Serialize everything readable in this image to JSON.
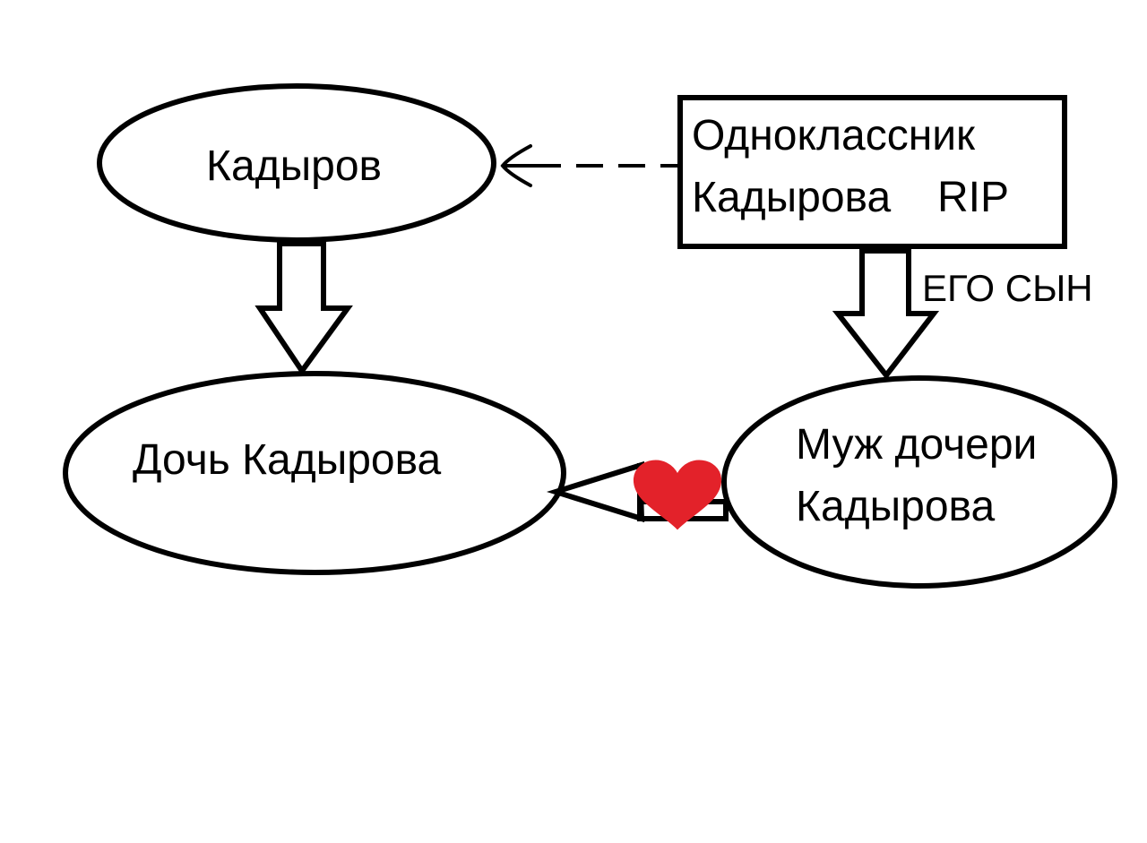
{
  "colors": {
    "background": "#ffffff",
    "stroke": "#000000",
    "accent_red": "#e0242a",
    "heart": "#e3222a"
  },
  "nodes": {
    "kadyrov": {
      "label": "Кадыров"
    },
    "classmate": {
      "line1": "Одноклассник",
      "line2": "Кадырова",
      "tag": "RIP"
    },
    "daughter": {
      "label": "Дочь Кадырова"
    },
    "husband": {
      "line1": "Муж дочери",
      "line2": "Кадырова"
    }
  },
  "edges": {
    "classmate_to_husband": {
      "label": "ЕГО СЫН"
    },
    "classmate_to_kadyrov": {
      "style": "dashed"
    },
    "kadyrov_to_daughter": {
      "style": "block-arrow"
    },
    "husband_to_daughter": {
      "icon": "heart-icon"
    }
  }
}
